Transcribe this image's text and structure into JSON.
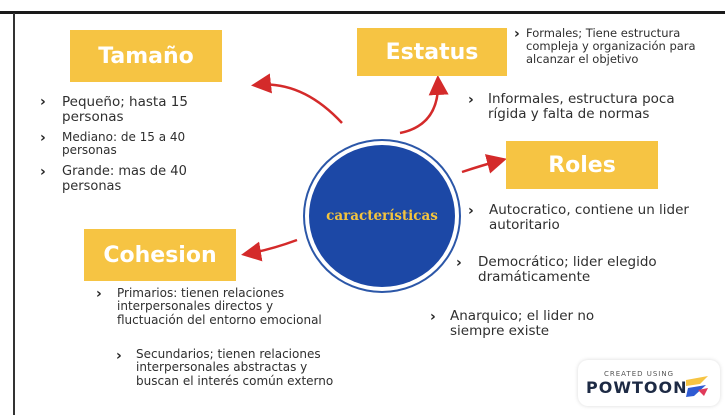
{
  "center": {
    "label": "características"
  },
  "tamano": {
    "title": "Tamaño",
    "items": [
      "Pequeño; hasta 15\npersonas",
      "Mediano: de 15 a 40\npersonas",
      "Grande: mas de 40\npersonas"
    ]
  },
  "estatus": {
    "title": "Estatus",
    "items": [
      "Formales; Tiene estructura\ncompleja y organización para\nalcanzar el objetivo",
      "Informales, estructura poca\nrígida y falta de normas"
    ]
  },
  "roles": {
    "title": "Roles",
    "items": [
      "Autocratico, contiene un lider\nautoritario",
      "Democrático; lider elegido\ndramáticamente",
      "Anarquico; el lider no\nsiempre existe"
    ]
  },
  "cohesion": {
    "title": "Cohesion",
    "items": [
      "Primarios: tienen relaciones\ninterpersonales directos y\nfluctuación del entorno emocional",
      "Secundarios; tienen relaciones\ninterpersonales abstractas y\nbuscan el interés común externo"
    ]
  },
  "bullet_glyph": "›",
  "badge": {
    "small": "CREATED USING",
    "brand": "POWTOON"
  },
  "colors": {
    "box": "#f6c443",
    "circle": "#1c48a6",
    "center_text": "#f4c43e",
    "arrow": "#d42a2a"
  }
}
